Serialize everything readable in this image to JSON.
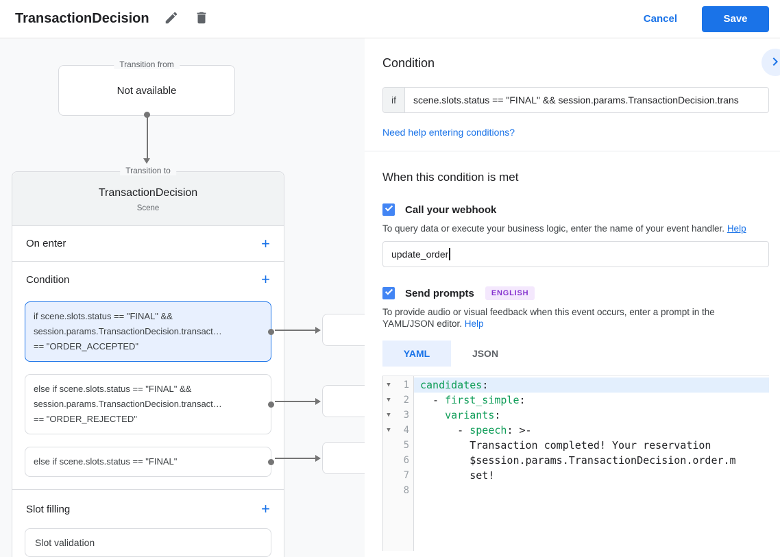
{
  "header": {
    "title": "TransactionDecision",
    "cancel_label": "Cancel",
    "save_label": "Save"
  },
  "diagram": {
    "transition_from": {
      "legend": "Transition from",
      "content": "Not available"
    },
    "transition_to": {
      "legend": "Transition to",
      "title": "TransactionDecision",
      "subtitle": "Scene",
      "on_enter_label": "On enter",
      "condition_label": "Condition",
      "slot_filling_label": "Slot filling",
      "slot_validation_label": "Slot validation",
      "conditions": [
        {
          "selected": true,
          "lines": [
            "if scene.slots.status == \"FINAL\" &&",
            "session.params.TransactionDecision.transact…",
            "== \"ORDER_ACCEPTED\""
          ]
        },
        {
          "selected": false,
          "lines": [
            "else if scene.slots.status == \"FINAL\" &&",
            "session.params.TransactionDecision.transact…",
            "== \"ORDER_REJECTED\""
          ]
        },
        {
          "selected": false,
          "lines": [
            "else if scene.slots.status == \"FINAL\""
          ]
        }
      ]
    }
  },
  "panel": {
    "title": "Condition",
    "if_label": "if",
    "condition_value": "scene.slots.status == \"FINAL\" && session.params.TransactionDecision.trans",
    "help_link": "Need help entering conditions?",
    "when_title": "When this condition is met",
    "webhook": {
      "label": "Call your webhook",
      "checked": true,
      "description": "To query data or execute your business logic, enter the name of your event handler. ",
      "help_label": "Help",
      "value": "update_order"
    },
    "prompts": {
      "label": "Send prompts",
      "checked": true,
      "badge": "ENGLISH",
      "description": "To provide audio or visual feedback when this event occurs, enter a prompt in the YAML/JSON editor. ",
      "help_label": "Help"
    },
    "tabs": [
      {
        "label": "YAML",
        "active": true
      },
      {
        "label": "JSON",
        "active": false
      }
    ],
    "editor": {
      "lines": [
        {
          "fold": true,
          "highlight": true,
          "segments": [
            [
              "k",
              "candidates"
            ],
            [
              "p",
              ":"
            ]
          ]
        },
        {
          "fold": true,
          "highlight": false,
          "segments": [
            [
              "p",
              "  - "
            ],
            [
              "k",
              "first_simple"
            ],
            [
              "p",
              ":"
            ]
          ]
        },
        {
          "fold": true,
          "highlight": false,
          "segments": [
            [
              "p",
              "    "
            ],
            [
              "k",
              "variants"
            ],
            [
              "p",
              ":"
            ]
          ]
        },
        {
          "fold": true,
          "highlight": false,
          "segments": [
            [
              "p",
              "      - "
            ],
            [
              "k",
              "speech"
            ],
            [
              "p",
              ": >-"
            ]
          ]
        },
        {
          "fold": false,
          "highlight": false,
          "segments": [
            [
              "t",
              "        Transaction completed! Your reservation"
            ]
          ]
        },
        {
          "fold": false,
          "highlight": false,
          "segments": [
            [
              "t",
              "        $session.params.TransactionDecision.order.m"
            ]
          ]
        },
        {
          "fold": false,
          "highlight": false,
          "segments": [
            [
              "t",
              "        set!"
            ]
          ]
        },
        {
          "fold": false,
          "highlight": false,
          "segments": []
        }
      ]
    }
  },
  "colors": {
    "accent": "#1a73e8",
    "checkbox": "#4285f4",
    "selected_condition_bg": "#e8f0fe",
    "yaml_key_green": "#0f9d58",
    "badge_text": "#8430ce",
    "badge_bg": "#f4e8fd",
    "pane_bg": "#f8f9fa",
    "card_header_bg": "#f1f3f4",
    "border": "#dadce0",
    "connector": "#757575"
  }
}
